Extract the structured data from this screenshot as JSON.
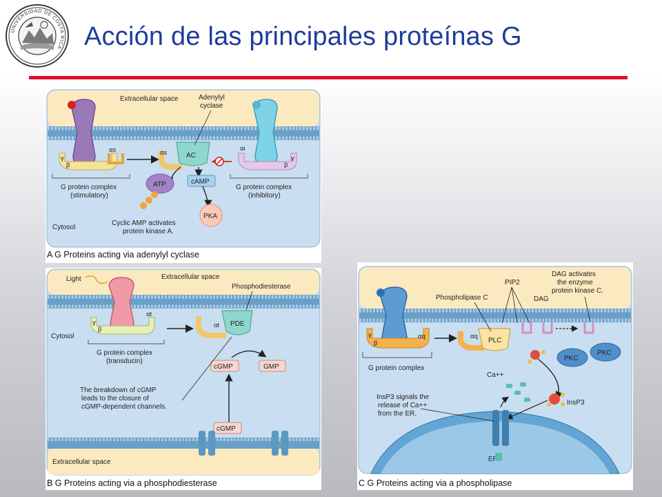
{
  "slide": {
    "title": "Acción de las principales proteínas G",
    "logo_text": "UNIVERSIDAD DE COSTA RICA"
  },
  "colors": {
    "title": "#1f3c9a",
    "rule": "#e0102c",
    "membrane": "#6a9fc7",
    "cytosol": "#c8ddef",
    "extracellular": "#fbe9c0",
    "stim_receptor": "#9b79b9",
    "inhib_receptor": "#7fd3e6",
    "transducin_receptor": "#ee9aa7",
    "phospholipase_receptor": "#5d9bd2"
  },
  "panel_a": {
    "extracellular": "Extracellular space",
    "enzyme": "Adenylyl\ncyclase",
    "ac": "AC",
    "alpha_s_1": "αs",
    "alpha_s_2": "αs",
    "alpha_i": "αi",
    "gamma_1": "γ",
    "beta_1": "β",
    "gamma_2": "γ",
    "beta_2": "β",
    "atp": "ATP",
    "camp": "cAMP",
    "pka": "PKA",
    "stim_complex_1": "G protein complex",
    "stim_complex_2": "(stimulatory)",
    "inhib_complex_1": "G protein complex",
    "inhib_complex_2": "(inhibitory)",
    "cytosol": "Cytosol",
    "note_1": "Cyclic AMP activates",
    "note_2": "protein kinase A.",
    "caption": "A  G Proteins acting via adenylyl cyclase"
  },
  "panel_b": {
    "light": "Light",
    "extracellular_top": "Extracellular space",
    "enzyme": "Phosphodiesterase",
    "pde": "PDE",
    "alpha_t_1": "αt",
    "alpha_t_2": "αt",
    "gamma": "γ",
    "beta": "β",
    "cytosol": "Cytosol",
    "complex_1": "G protein complex",
    "complex_2": "(transducin)",
    "cgmp_1": "cGMP",
    "gmp": "GMP",
    "cgmp_2": "cGMP",
    "note_1": "The breakdown of cGMP",
    "note_2": "leads to the closure of",
    "note_3": "cGMP-dependent channels.",
    "extracellular_bottom": "Extracellular space",
    "caption": "B  G Proteins acting via a phosphodiesterase"
  },
  "panel_c": {
    "pip2": "PIP2",
    "dag_note_1": "DAG activates",
    "dag_note_2": "the enzyme",
    "dag_note_3": "protein kinase C.",
    "enzyme": "Phospholipase C",
    "dag": "DAG",
    "plc": "PLC",
    "alpha_q_1": "αq",
    "alpha_q_2": "αq",
    "gamma": "γ",
    "beta": "β",
    "pkc_1": "PKC",
    "pkc_2": "PKC",
    "complex": "G protein complex",
    "ca": "Ca++",
    "insp3_note_1": "InsP3 signals the",
    "insp3_note_2": "release of Ca++",
    "insp3_note_3": "from the ER.",
    "insp3": "InsP3",
    "er": "ER",
    "caption": "C  G Proteins acting via a phospholipase"
  }
}
